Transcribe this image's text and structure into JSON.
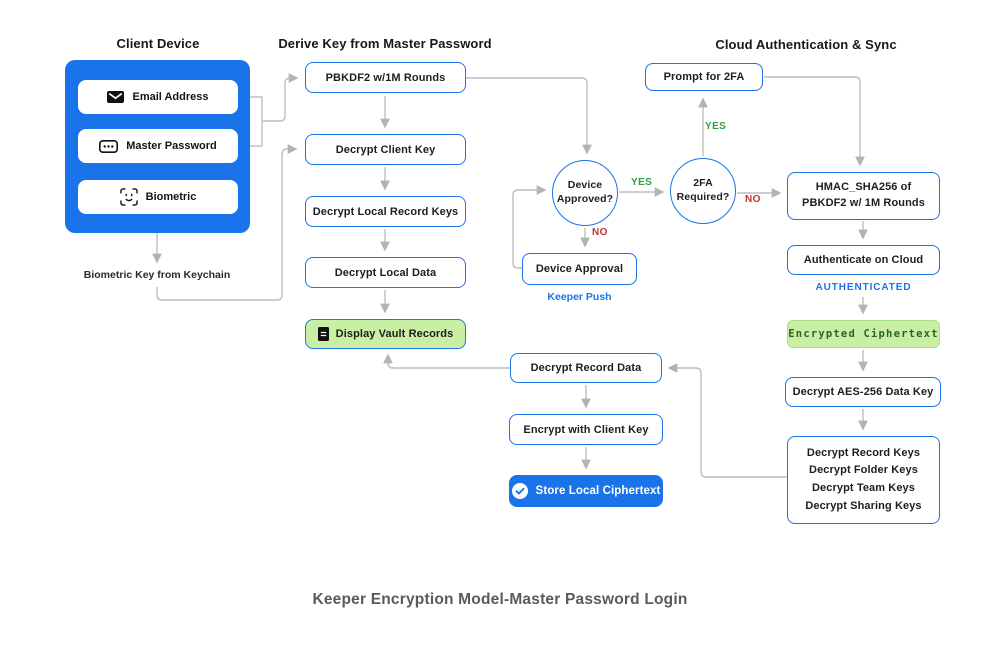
{
  "headings": {
    "client_device": "Client Device",
    "derive_key": "Derive Key from Master Password",
    "cloud_auth": "Cloud Authentication & Sync"
  },
  "client_device": {
    "inputs": [
      {
        "label": "Email Address",
        "icon": "envelope-icon"
      },
      {
        "label": "Master Password",
        "icon": "password-dots-icon"
      },
      {
        "label": "Biometric",
        "icon": "face-id-icon"
      }
    ],
    "keychain_note": "Biometric Key from Keychain"
  },
  "derive_key_flow": {
    "pbkdf2": "PBKDF2 w/1M Rounds",
    "decrypt_client_key": "Decrypt Client Key",
    "decrypt_local_record_keys": "Decrypt Local Record Keys",
    "decrypt_local_data": "Decrypt Local Data",
    "display_vault_records": "Display Vault Records"
  },
  "approval_flow": {
    "device_approved": [
      "Device",
      "Approved?"
    ],
    "twofa_required": [
      "2FA",
      "Required?"
    ],
    "device_approval": "Device Approval",
    "keeper_push": "Keeper Push",
    "prompt_2fa": "Prompt for 2FA",
    "yes": "YES",
    "no": "NO"
  },
  "cloud_flow": {
    "hmac": [
      "HMAC_SHA256 of",
      "PBKDF2 w/ 1M Rounds"
    ],
    "authenticate_on_cloud": "Authenticate on Cloud",
    "authenticated": "AUTHENTICATED",
    "encrypted_ciphertext": "Encrypted Ciphertext",
    "decrypt_aes": "Decrypt AES-256 Data Key",
    "decrypt_keys": [
      "Decrypt Record Keys",
      "Decrypt Folder Keys",
      "Decrypt Team Keys",
      "Decrypt Sharing Keys"
    ]
  },
  "local_sync_flow": {
    "decrypt_record_data": "Decrypt Record Data",
    "encrypt_with_client_key": "Encrypt with Client Key",
    "store_local_ciphertext": "Store Local Ciphertext"
  },
  "caption": "Keeper Encryption Model-Master Password Login",
  "colors": {
    "primary_blue": "#1a73e8",
    "light_green": "#c9efa5",
    "yes_green": "#2e9e44",
    "no_red": "#bf3430",
    "connector_gray": "#bcbec0"
  }
}
